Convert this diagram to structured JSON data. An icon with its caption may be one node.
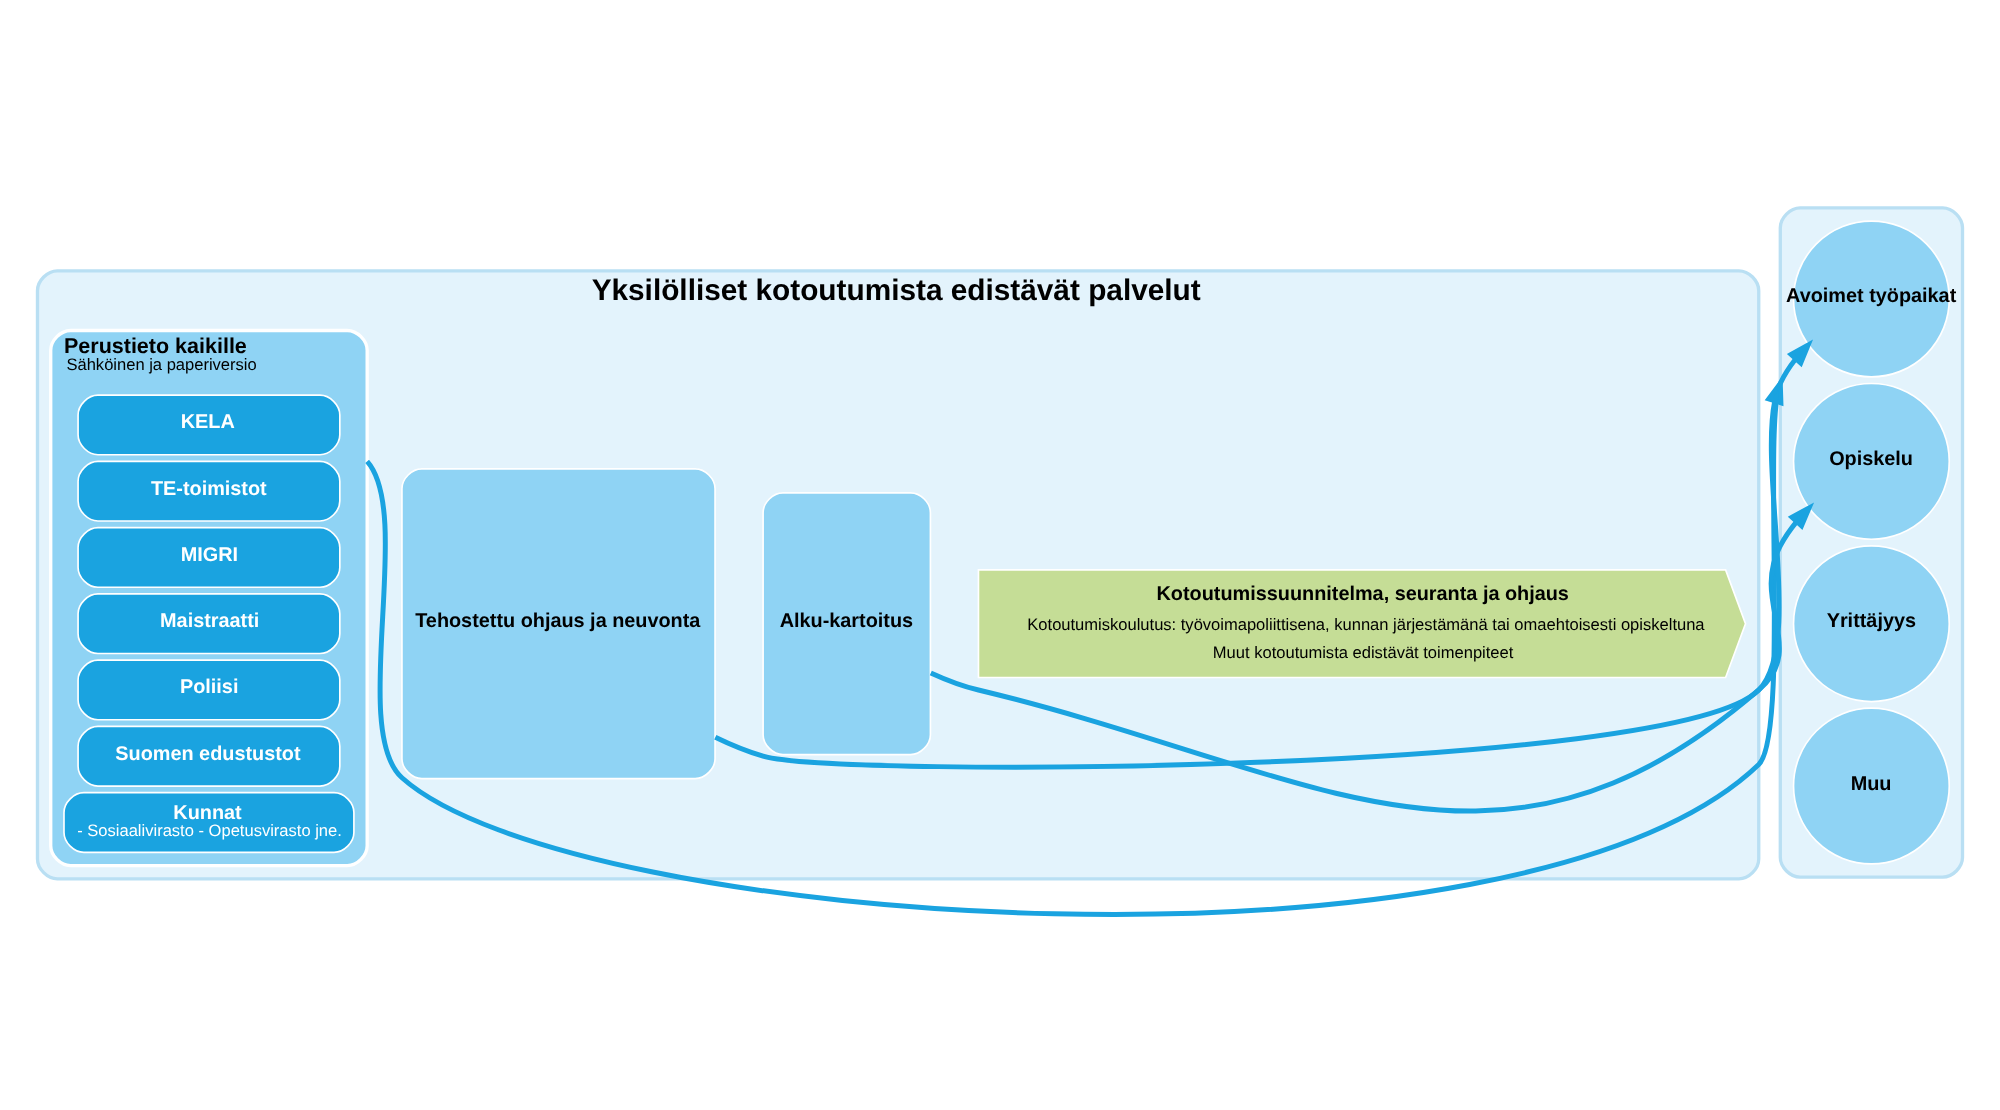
{
  "diagram": {
    "nodes": [
      {
        "text": [
          "Yksilölliset kotoutumista edistävät palvelut"
        ]
      },
      {
        "text": [
          "Perustieto kaikille",
          "Sähköinen ja paperiversio"
        ],
        "in": 0
      },
      {
        "text": [
          "KELA"
        ],
        "in": 1
      },
      {
        "text": [
          "TE-toimistot"
        ],
        "in": 1
      },
      {
        "text": [
          "MIGRI"
        ],
        "in": 1
      },
      {
        "text": [
          "Maistraatti"
        ],
        "in": 1
      },
      {
        "text": [
          "Poliisi"
        ],
        "in": 1
      },
      {
        "text": [
          "Suomen edustustot"
        ],
        "in": 1
      },
      {
        "text": [
          "Kunnat",
          "- Sosiaalivirasto - Opetusvirasto jne."
        ],
        "in": 1
      },
      {
        "text": [
          "Tehostettu ohjaus ja neuvonta"
        ],
        "in": 0
      },
      {
        "text": [
          "Alku-kartoitus"
        ],
        "in": 0
      },
      {
        "text": [
          "Kotoutumissuunnitelma, seuranta ja ohjaus",
          "Kotoutumiskoulutus: työvoimapoliittisena, kunnan järjestämänä tai omaehtoisesti opiskeltuna",
          "Muut kotoutumista edistävät toimenpiteet"
        ],
        "in": 0
      },
      {
        "text": [],
        "shape": "box"
      },
      {
        "text": [
          "Avoimet työpaikat"
        ],
        "in": 12
      },
      {
        "text": [
          "Opiskelu"
        ],
        "in": 12
      },
      {
        "text": [
          "Yrittäjyys"
        ],
        "in": 12
      },
      {
        "text": [
          "Muu"
        ],
        "in": 12
      }
    ],
    "edges": [
      {
        "from": 1,
        "to": 13,
        "arrow": "to"
      },
      {
        "from": 9,
        "to": 12,
        "arrow": "to"
      },
      {
        "from": 10,
        "to": 14,
        "arrow": "to"
      }
    ]
  }
}
